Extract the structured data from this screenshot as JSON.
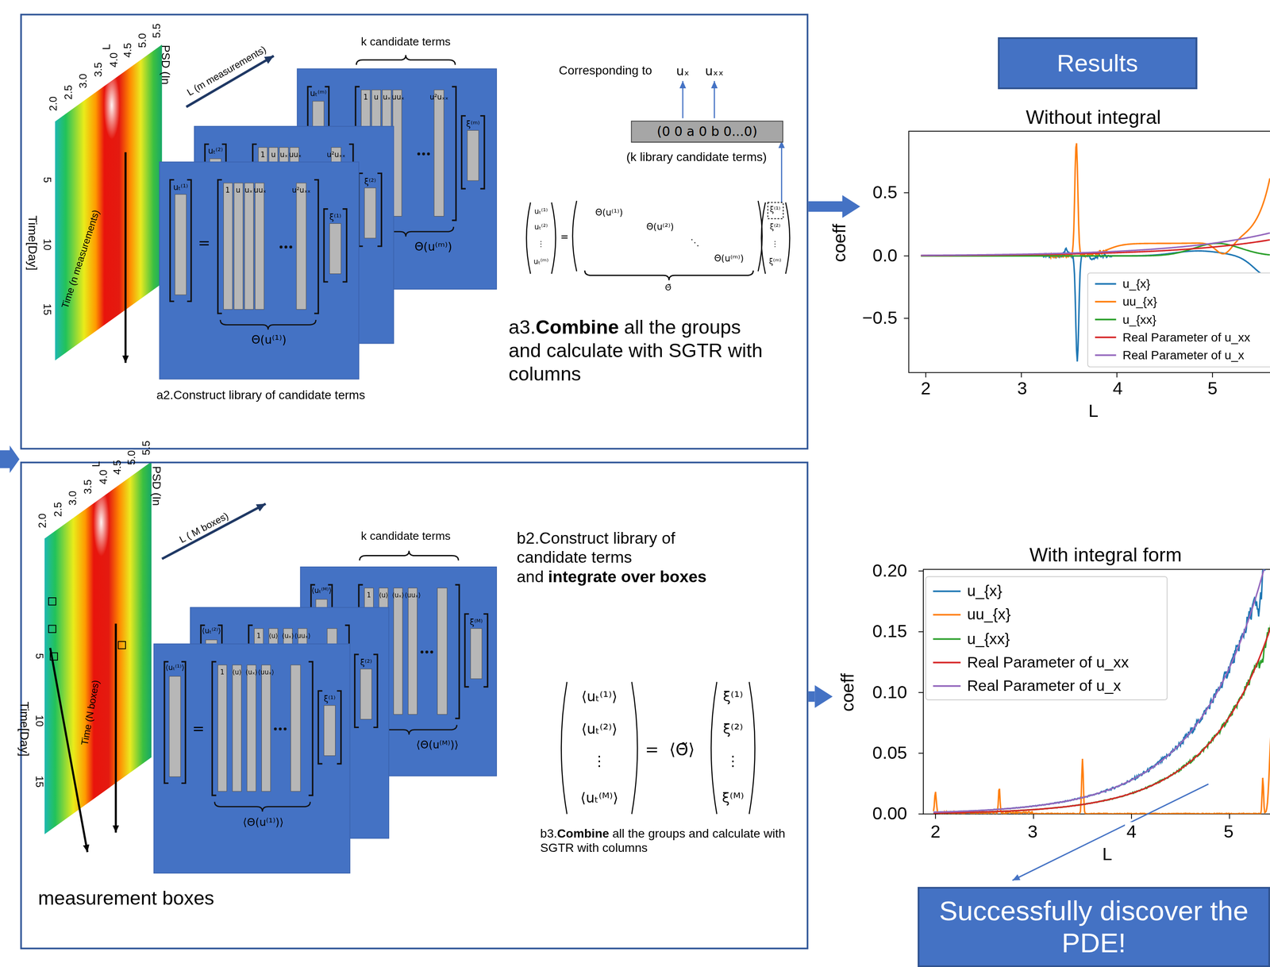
{
  "diagram": {
    "nodes": [
      {
        "text": [
          "a2.Construct library of candidate terms"
        ]
      },
      {
        "text": [
          "(0 0 a 0 b 0...0)"
        ],
        "in": 0
      },
      {
        "text": [
          "Results"
        ]
      },
      {
        "text": [
          "Without integral"
        ]
      },
      {
        "text": [
          "measurement boxes"
        ]
      },
      {
        "text": [
          "With integral form"
        ]
      },
      {
        "text": [
          "Successfully discover the PDE!"
        ]
      }
    ],
    "edges": [
      {
        "from": 0,
        "to": 3,
        "arrow": "to"
      },
      {
        "from": 4,
        "to": 5,
        "arrow": "to"
      }
    ],
    "labels": [
      "2.0",
      "2.5",
      "3.0",
      "3.5",
      "L",
      "4.0",
      "4.5",
      "5.0",
      "5.5",
      "PSD (In",
      "L (m measurements)",
      "5",
      "10",
      "15",
      "Time[Day]",
      "Time (n measurements)",
      "uₜ⁽¹⁾",
      "=",
      "1",
      "u",
      "uₓ",
      "uuₓ",
      "u²uₓₓ",
      "ξ⁽¹⁾",
      "Θ(u⁽¹⁾)",
      "uₜ⁽²⁾",
      "1",
      "u",
      "uₓ",
      "uuₓ",
      "u²uₓₓ",
      "ξ⁽²⁾",
      "uₜ⁽ᵐ⁾",
      "1",
      "u",
      "uₓ",
      "uuₓ",
      "u²uₓₓ",
      "ξ⁽ᵐ⁾",
      "Θ(u⁽ᵐ⁾)",
      "k candidate terms",
      "Corresponding to",
      "uₓ",
      "uₓₓ",
      "(k library candidate terms)",
      "uₜ⁽¹⁾",
      "uₜ⁽²⁾",
      "⋮",
      "uₜ⁽ᵐ⁾",
      "=",
      "Θ(u⁽¹⁾)",
      "Θ(u⁽²⁾)",
      "⋱",
      "Θ(u⁽ᵐ⁾)",
      "Θ̃",
      "ξ⁽¹⁾",
      "ξ⁽²⁾",
      "⋮",
      "ξ⁽ᵐ⁾",
      "a3.",
      "Combine",
      "all the groups and calculate with SGTR with columns",
      "2.0",
      "2.5",
      "3.0",
      "3.5",
      "L",
      "4.0",
      "4.5",
      "5.0",
      "5.5",
      "PSD (In",
      "L ( M boxes)",
      "5",
      "10",
      "15",
      "Time[Day]",
      "Time (N boxes)",
      "⟨uₜ⁽¹⁾⟩",
      "=",
      "1",
      "⟨u⟩",
      "⟨uₓ⟩",
      "⟨uuₓ⟩",
      "ξ⁽¹⁾",
      "⟨Θ(u⁽¹⁾)⟩",
      "⟨uₜ⁽²⁾⟩",
      "1",
      "⟨u⟩",
      "⟨uₓ⟩",
      "⟨uuₓ⟩",
      "ξ⁽²⁾",
      "⟨uₜ⁽ᴹ⁾⟩",
      "1",
      "⟨u⟩",
      "⟨uₓ⟩",
      "⟨uuₓ⟩",
      "ξ⁽ᴹ⁾",
      "⟨Θ(u⁽ᴹ⁾)⟩",
      "k candidate terms",
      "b2.Construct library of candidate terms and",
      "integrate over boxes",
      "⟨uₜ⁽¹⁾⟩",
      "⟨uₜ⁽²⁾⟩",
      "⋮",
      "⟨uₜ⁽ᴹ⁾⟩",
      "=",
      "⟨Θ̃⟩",
      "ξ⁽¹⁾",
      "ξ⁽²⁾",
      "⋮",
      "ξ⁽ᴹ⁾",
      "b3.",
      "Combine",
      "all the groups and calculate with SGTR with columns",
      "0.5",
      "0.0",
      "−0.5",
      "2",
      "3",
      "4",
      "5",
      "L",
      "coeff",
      "0.20",
      "0.15",
      "0.10",
      "0.05",
      "0.00",
      "2",
      "3",
      "4",
      "5",
      "L",
      "coeff"
    ],
    "legend": [
      {
        "text": "u_{x}"
      },
      {
        "text": "uu_{x}"
      },
      {
        "text": "u_{xx}"
      },
      {
        "text": "Real Parameter of u_xx"
      },
      {
        "text": "Real Parameter of u_x"
      },
      {
        "text": "u_{x}"
      },
      {
        "text": "uu_{x}"
      },
      {
        "text": "u_{xx}"
      },
      {
        "text": "Real Parameter of u_xx"
      },
      {
        "text": "Real Parameter of u_x"
      }
    ]
  }
}
